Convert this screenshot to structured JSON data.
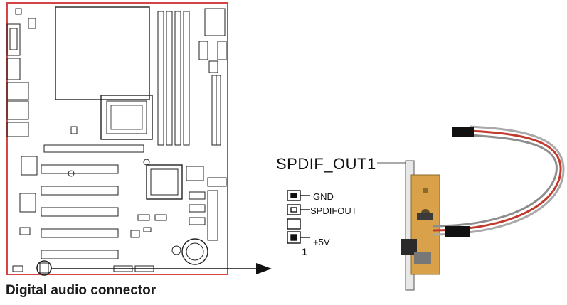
{
  "caption": "Digital audio connector",
  "header": {
    "title": "SPDIF_OUT1",
    "pins": [
      {
        "label": "GND"
      },
      {
        "label": "SPDIFOUT"
      },
      {
        "label": "+5V"
      }
    ],
    "pin1_marker": "1"
  },
  "colors": {
    "board_outline": "#d64545",
    "line": "#111111",
    "pcb": "#d9a24a",
    "cable_red": "#c23a2e",
    "cable_gray": "#8d8d8d"
  }
}
